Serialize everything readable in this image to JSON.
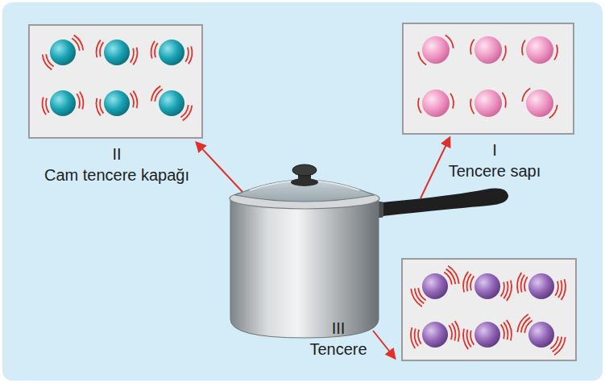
{
  "diagram": {
    "nodes": [
      {
        "text": [
          "II",
          "Cam tencere kapağı"
        ]
      },
      {
        "text": [
          "I",
          "Tencere sapı"
        ]
      },
      {
        "text": [
          "III",
          "Tencere"
        ]
      }
    ]
  }
}
